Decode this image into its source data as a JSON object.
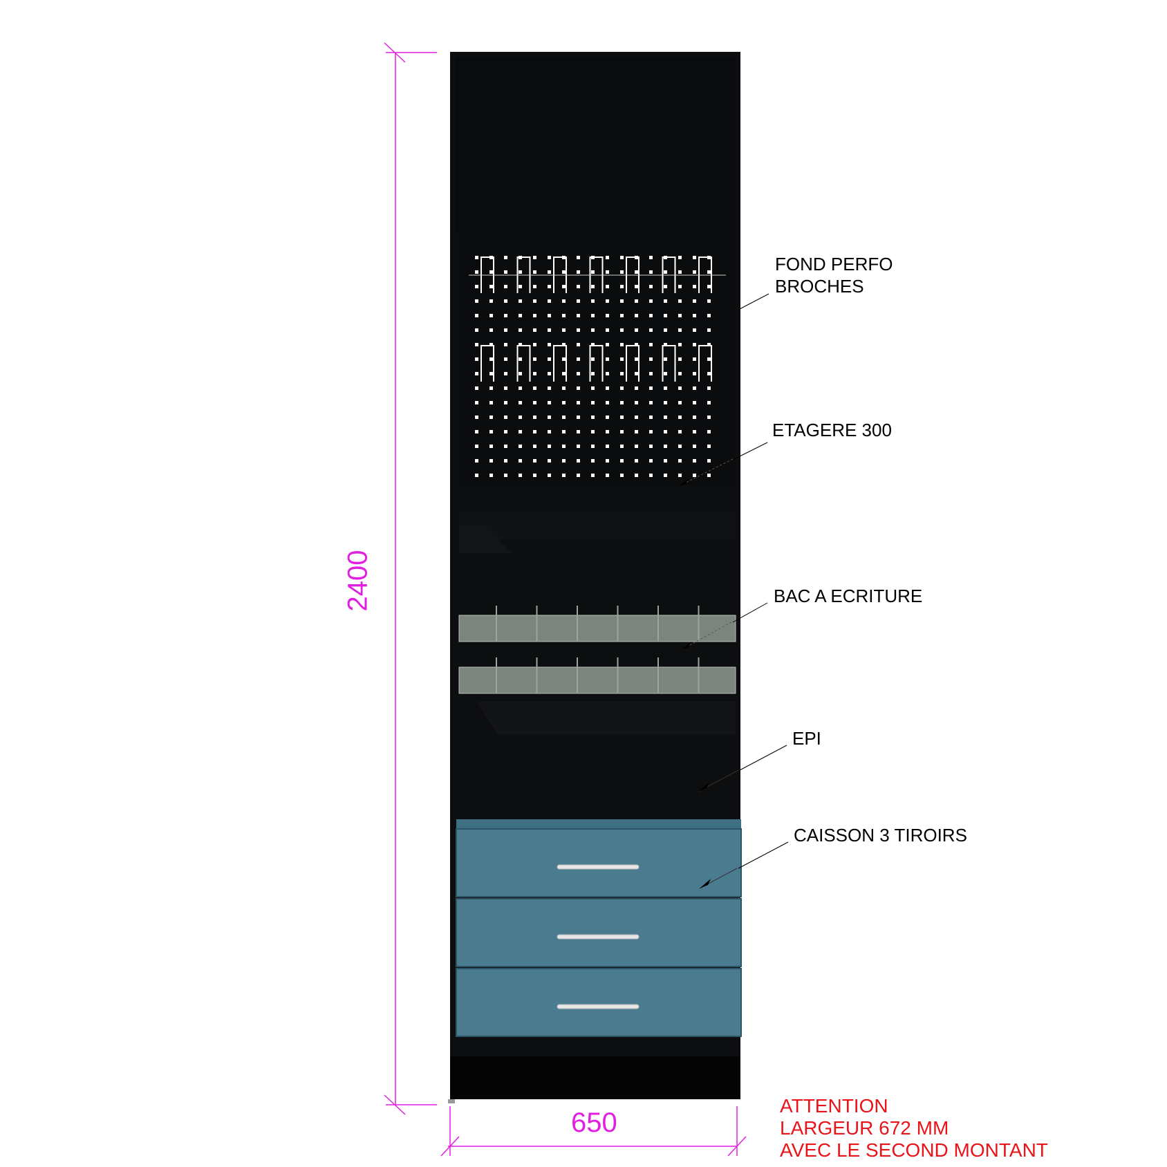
{
  "labels": {
    "fond_perfo_line1": "FOND PERFO",
    "fond_perfo_line2": "BROCHES",
    "etagere": "ETAGERE 300",
    "bac": "BAC A ECRITURE",
    "epi": "EPI",
    "caisson": "CAISSON 3 TIROIRS"
  },
  "dimensions": {
    "height": "2400",
    "width": "650"
  },
  "warning": {
    "line1": "ATTENTION",
    "line2": "LARGEUR 672 MM",
    "line3": "AVEC LE SECOND MONTANT"
  },
  "colors": {
    "cabinet": "#0d0e10",
    "drawer": "#4a7b8f",
    "tray": "#7c857d",
    "dimension": "#e01fe0",
    "warning": "#e8141a",
    "perforation": "#ffffff"
  },
  "components": {
    "drawer_count": 3,
    "tray_count": 2,
    "peg_hooks_per_row": 7,
    "peg_hook_rows": 2
  }
}
